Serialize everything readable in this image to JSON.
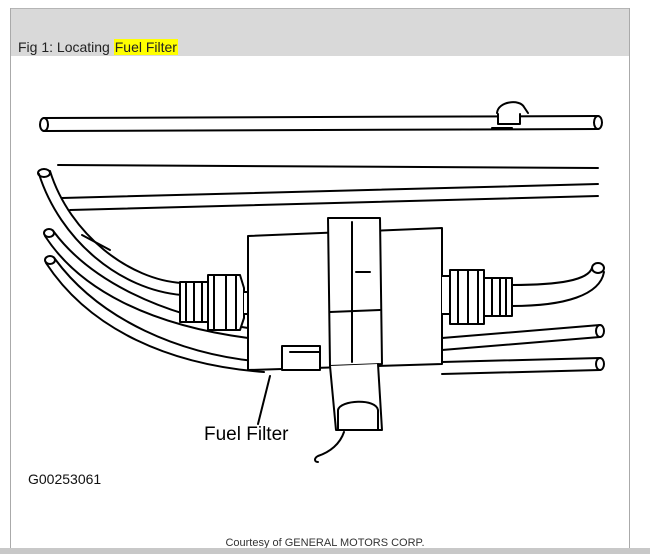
{
  "figure": {
    "caption_prefix": "Fig 1: Locating ",
    "caption_highlight": "Fuel Filter",
    "callout_label": "Fuel Filter",
    "figure_id": "G00253061",
    "credit": "Courtesy of GENERAL MOTORS CORP."
  },
  "colors": {
    "caption_bar": "#d9d9d9",
    "highlight": "#ffff00",
    "line": "#000000"
  }
}
